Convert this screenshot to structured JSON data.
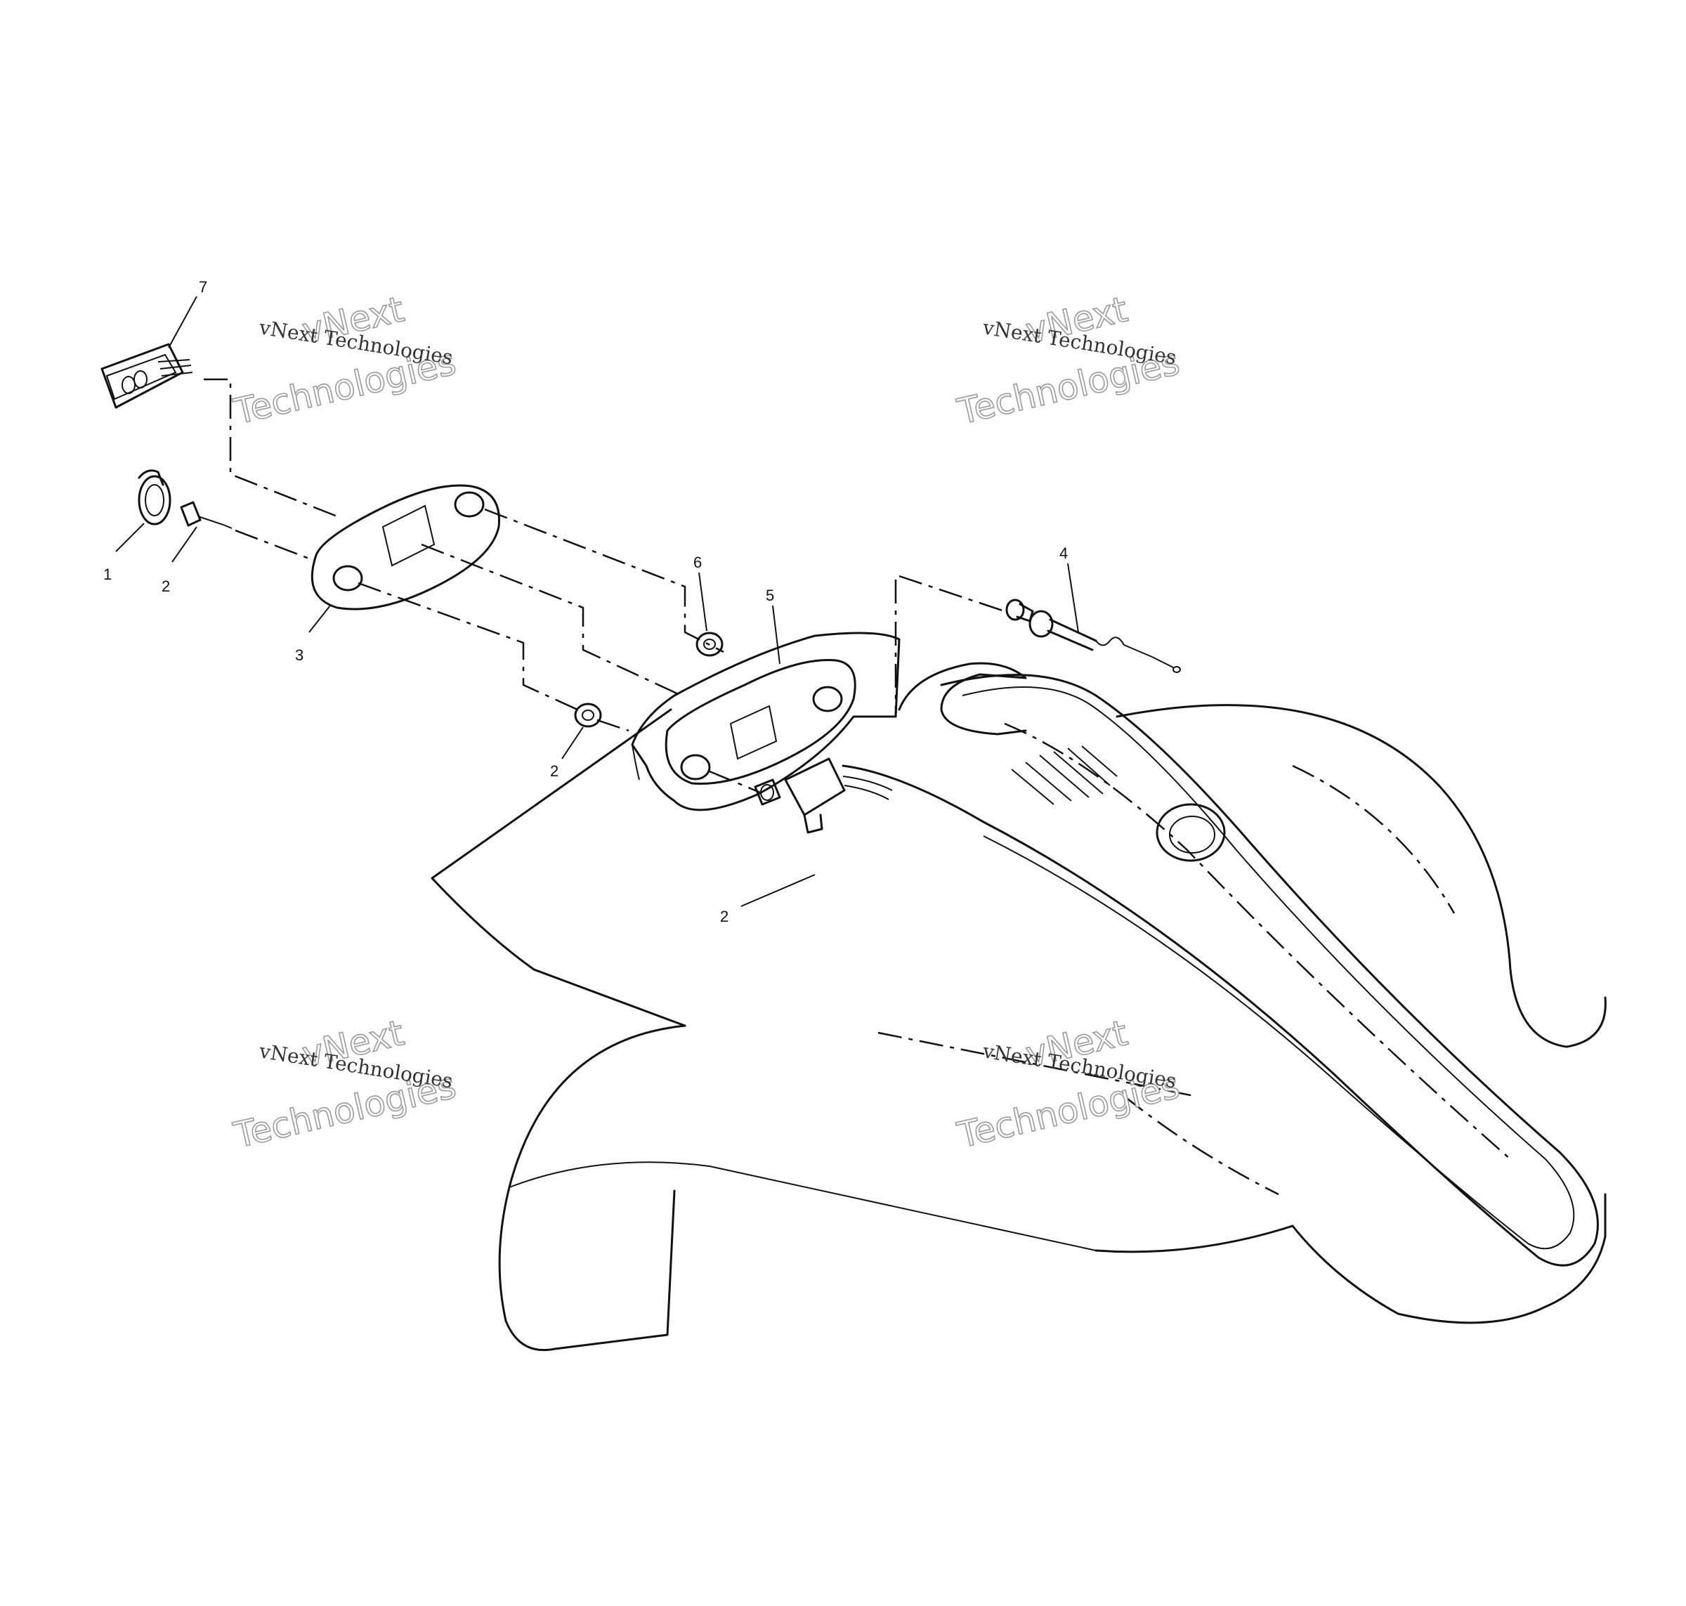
{
  "diagram": {
    "callouts": {
      "c1": "1",
      "c2a": "2",
      "c2b": "2",
      "c2c": "2",
      "c3": "3",
      "c4": "4",
      "c5": "5",
      "c6": "6",
      "c7": "7"
    },
    "watermark": {
      "line1": "vNext",
      "line2": "Technologies",
      "caption": "vNext Technologies"
    }
  }
}
